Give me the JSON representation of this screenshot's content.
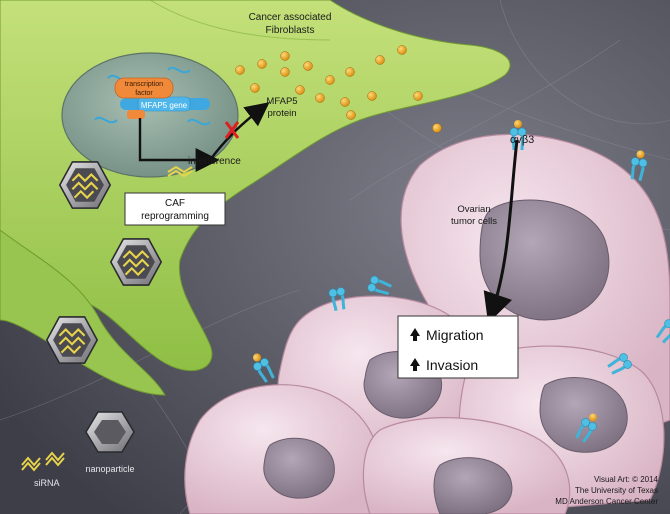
{
  "labels": {
    "caf": "Cancer associated",
    "caf2": "Fibroblasts",
    "tf1": "transcription",
    "tf2": "factor",
    "gene": "MFAP5 gene",
    "protein1": "MFAP5",
    "protein2": "protein",
    "interference": "interference",
    "integrin": "αvβ3",
    "tumor1": "Ovarian",
    "tumor2": "tumor cells",
    "reprog1": "CAF",
    "reprog2": "reprogramming",
    "migration": "Migration",
    "invasion": "Invasion",
    "sirna": "siRNA",
    "nanoparticle": "nanoparticle",
    "credit1": "Visual Art: © 2014",
    "credit2": "The University of Texas",
    "credit3": "MD Anderson Cancer Center"
  },
  "colors": {
    "fibroblast": "#a9cf5a",
    "nucleus": "#8fa79a",
    "tumor": "#e8cdd8",
    "tumor_nucleus": "#9a8c9c",
    "receptor": "#3fb3d8",
    "protein": "#f0a821",
    "gene_bar": "#3fa8e0",
    "tf": "#f08a3a"
  }
}
